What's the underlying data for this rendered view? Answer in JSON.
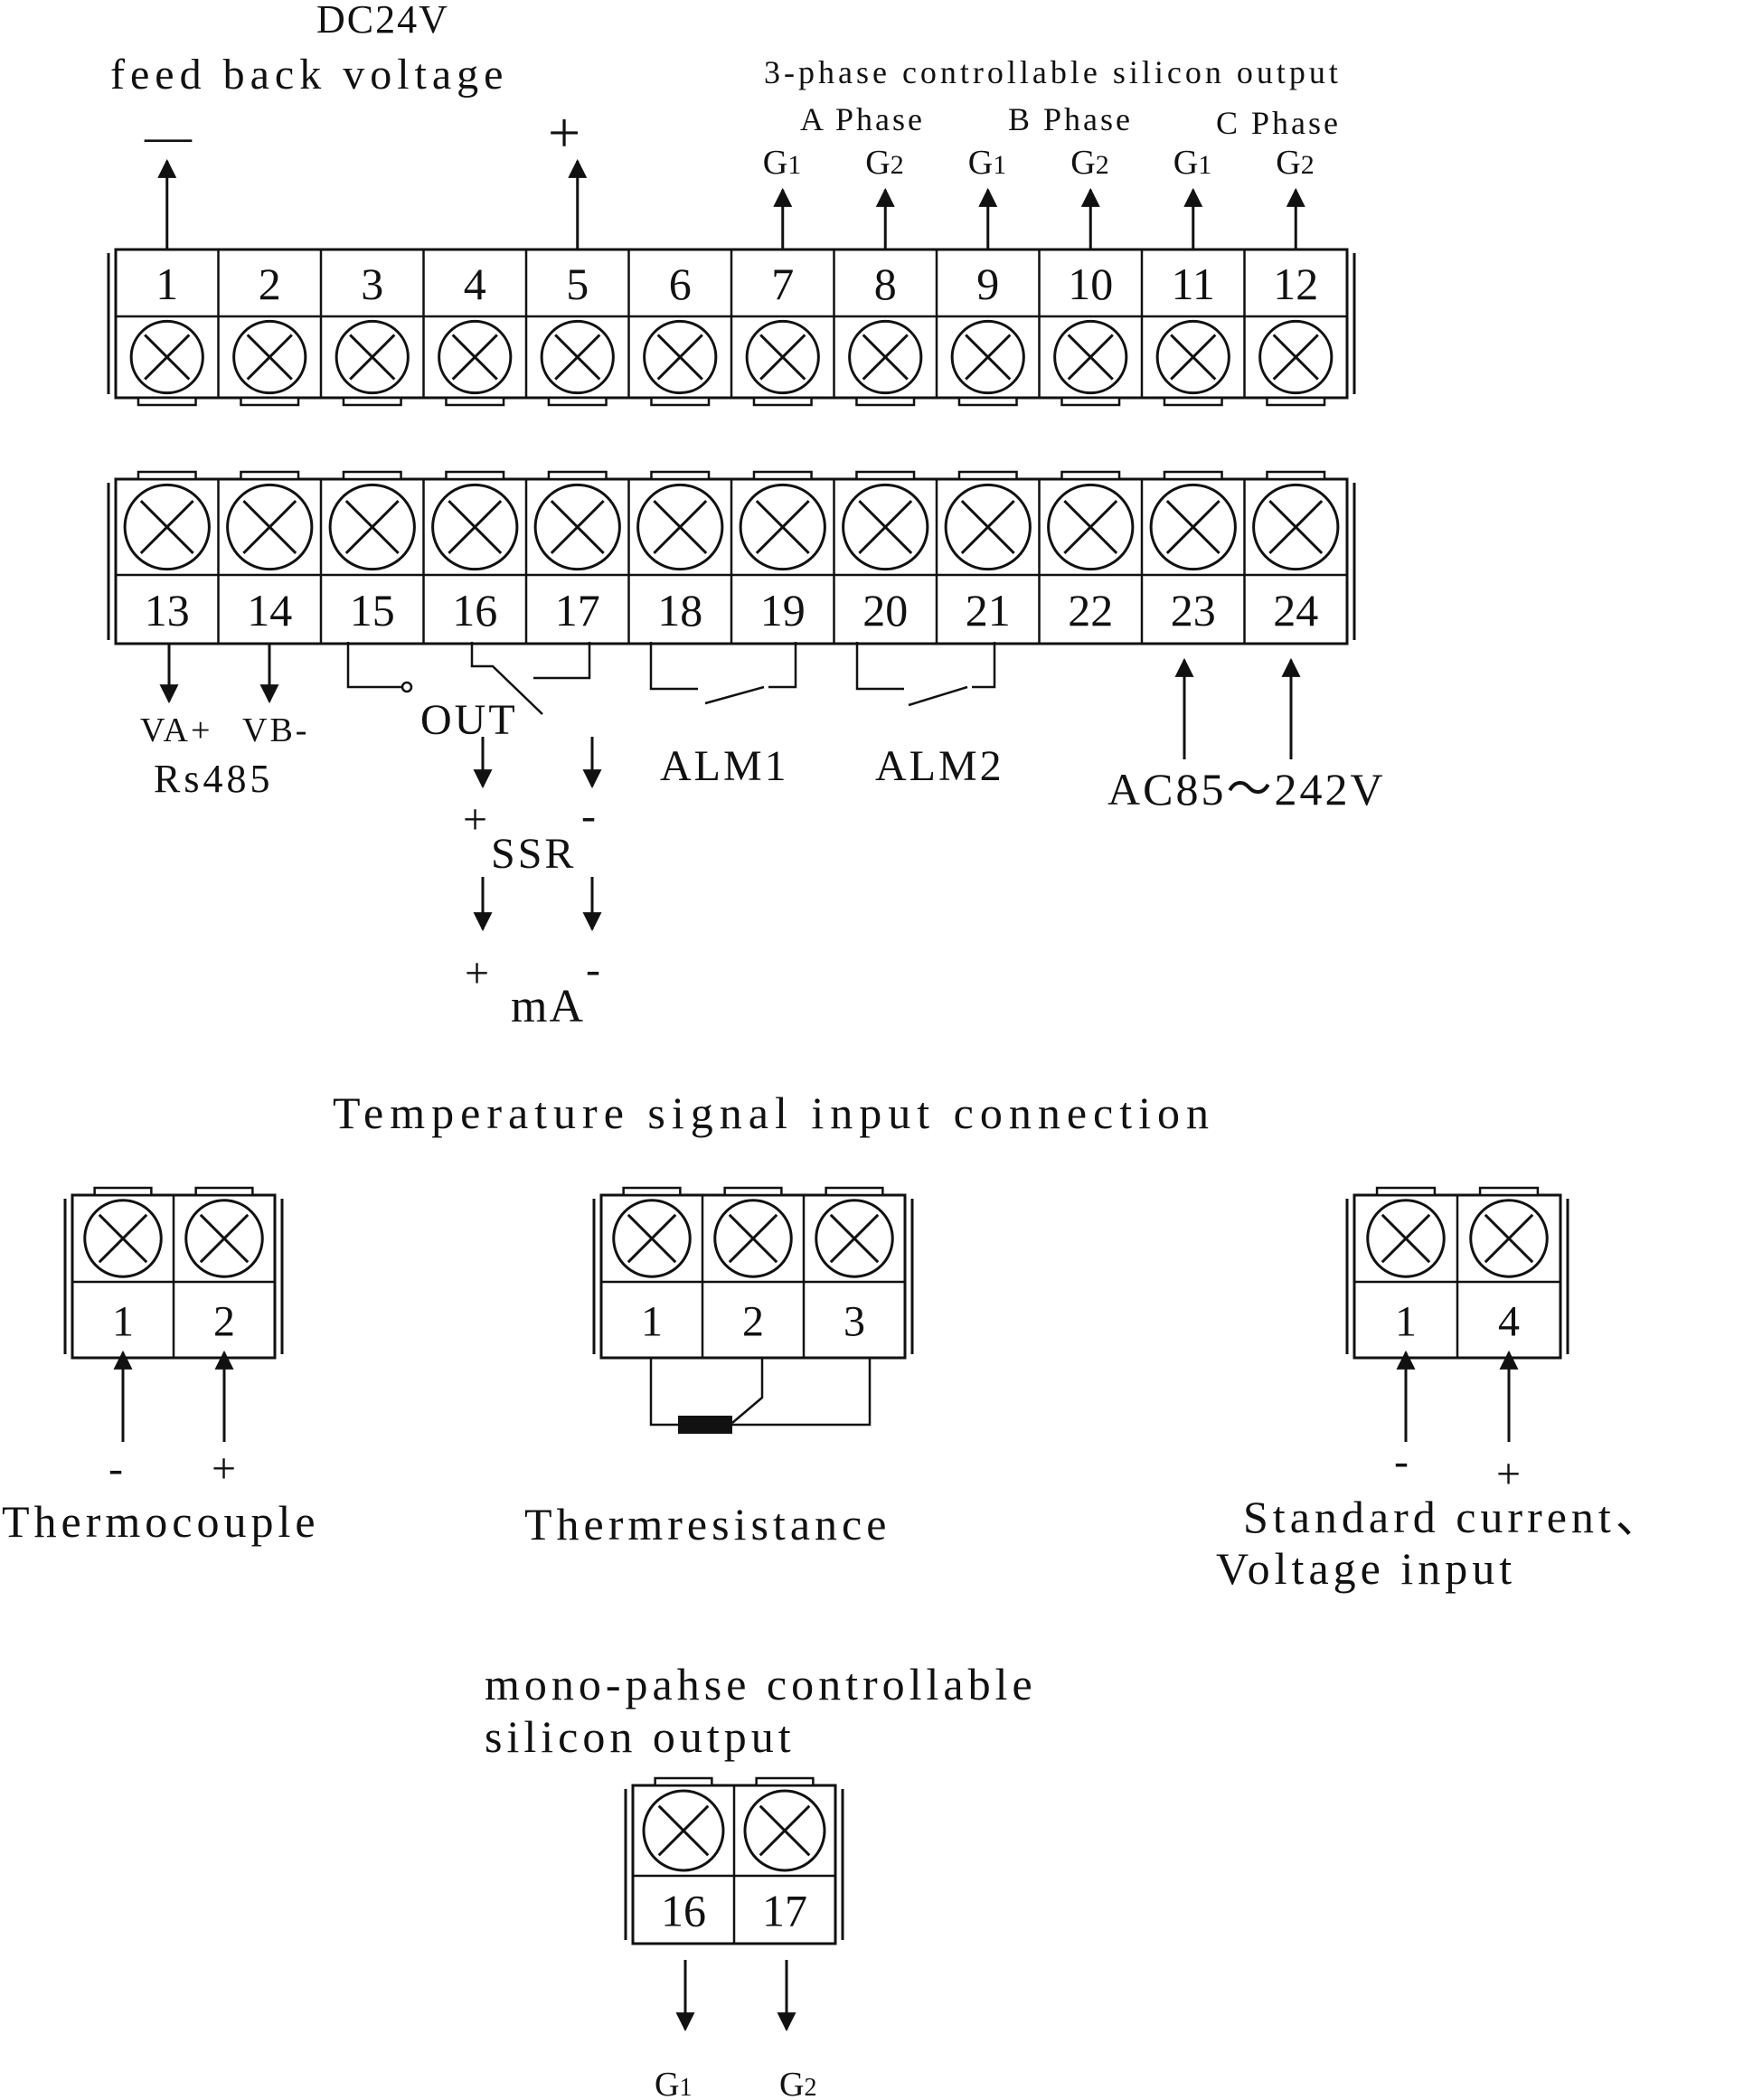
{
  "top_left_label": {
    "line1": "DC24V",
    "line2": "feed back voltage",
    "minus": "—",
    "plus": "+"
  },
  "three_phase": {
    "title": "3-phase controllable silicon output",
    "phase_a": "A Phase",
    "phase_b": "B Phase",
    "phase_c": "C Phase",
    "g1": "G1",
    "g2": "G2",
    "g1_base": "G",
    "g1_sub": "1",
    "g2_base": "G",
    "g2_sub": "2"
  },
  "top_block_numbers": [
    "1",
    "2",
    "3",
    "4",
    "5",
    "6",
    "7",
    "8",
    "9",
    "10",
    "11",
    "12"
  ],
  "bottom_block_numbers": [
    "13",
    "14",
    "15",
    "16",
    "17",
    "18",
    "19",
    "20",
    "21",
    "22",
    "23",
    "24"
  ],
  "rs485": {
    "va": "VA+",
    "vb": "VB-",
    "label": "Rs485"
  },
  "out": {
    "label": "OUT",
    "ssr": "SSR",
    "ma": "mA",
    "plus": "+",
    "minus": "-"
  },
  "alarms": {
    "alm1": "ALM1",
    "alm2": "ALM2"
  },
  "power": {
    "label": "AC85～242V"
  },
  "temp_section": {
    "title": "Temperature signal input connection",
    "thermocouple": {
      "label": "Thermocouple",
      "terminals": [
        "1",
        "2"
      ],
      "minus": "-",
      "plus": "+"
    },
    "thermresistance": {
      "label": "Thermresistance",
      "terminals": [
        "1",
        "2",
        "3"
      ]
    },
    "standard": {
      "line1": "Standard current、",
      "line2": "Voltage input",
      "terminals": [
        "1",
        "4"
      ],
      "minus": "-",
      "plus": "+"
    }
  },
  "mono_phase": {
    "line1": "mono-pahse controllable",
    "line2": "silicon output",
    "terminals": [
      "16",
      "17"
    ],
    "g1_base": "G",
    "g1_sub": "1",
    "g2_base": "G",
    "g2_sub": "2"
  }
}
